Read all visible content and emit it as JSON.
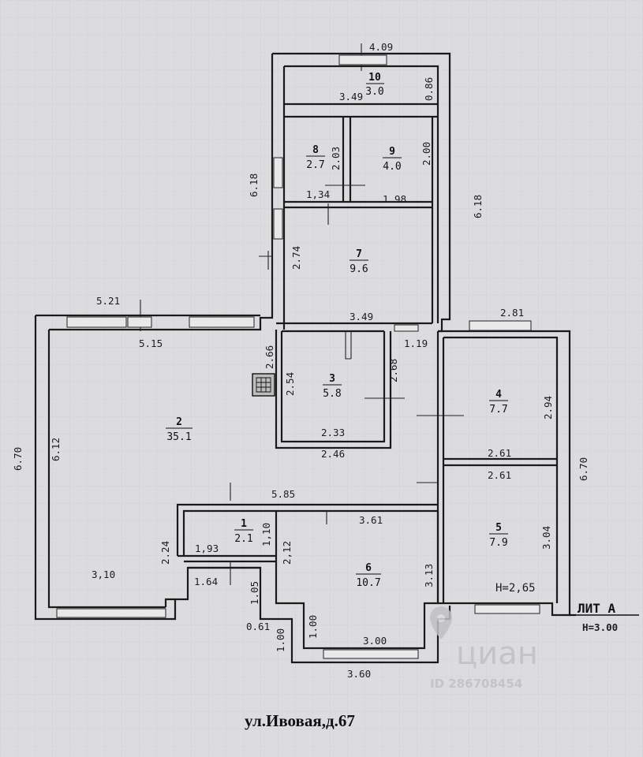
{
  "rooms": [
    {
      "id": "r10",
      "num": "10",
      "area": "3.0"
    },
    {
      "id": "r8",
      "num": "8",
      "area": "2.7"
    },
    {
      "id": "r9",
      "num": "9",
      "area": "4.0"
    },
    {
      "id": "r7",
      "num": "7",
      "area": "9.6"
    },
    {
      "id": "r3",
      "num": "3",
      "area": "5.8"
    },
    {
      "id": "r4",
      "num": "4",
      "area": "7.7"
    },
    {
      "id": "r2",
      "num": "2",
      "area": "35.1"
    },
    {
      "id": "r5",
      "num": "5",
      "area": "7.9"
    },
    {
      "id": "r1",
      "num": "1",
      "area": "2.1"
    },
    {
      "id": "r6",
      "num": "6",
      "area": "10.7"
    }
  ],
  "dims": {
    "d409": "4.09",
    "d086": "0.86",
    "d349a": "3.49",
    "d203": "2.03",
    "d200": "2.00",
    "d618l": "6.18",
    "d618r": "6.18",
    "d134": "1,34",
    "d198": "1.98",
    "d274": "2.74",
    "d521": "5.21",
    "d515": "5.15",
    "d349b": "3.49",
    "d281": "2.81",
    "d266": "2.66",
    "d119": "1.19",
    "d254": "2.54",
    "d268": "2.68",
    "d294": "2.94",
    "d670l": "6.70",
    "d612": "6.12",
    "d233": "2.33",
    "d246": "2.46",
    "d261a": "2.61",
    "d261b": "2.61",
    "d670r": "6.70",
    "d585": "5.85",
    "d361": "3.61",
    "d110": "1,10",
    "d304": "3.04",
    "d224": "2.24",
    "d193": "1,93",
    "d212": "2,12",
    "d313": "3.13",
    "d164": "1.64",
    "d105": "1.05",
    "d310": "3,10",
    "d061": "0.61",
    "d100a": "1.00",
    "d100b": "1.00",
    "d300": "3.00",
    "d360": "3.60"
  },
  "ceiling_height": "H=2,65",
  "lit_label": "ЛИТ А",
  "lit_height": "H=3.00",
  "address": "ул.Ивовая,д.67",
  "watermark": {
    "brand": "циан",
    "id": "ID 286708454"
  }
}
